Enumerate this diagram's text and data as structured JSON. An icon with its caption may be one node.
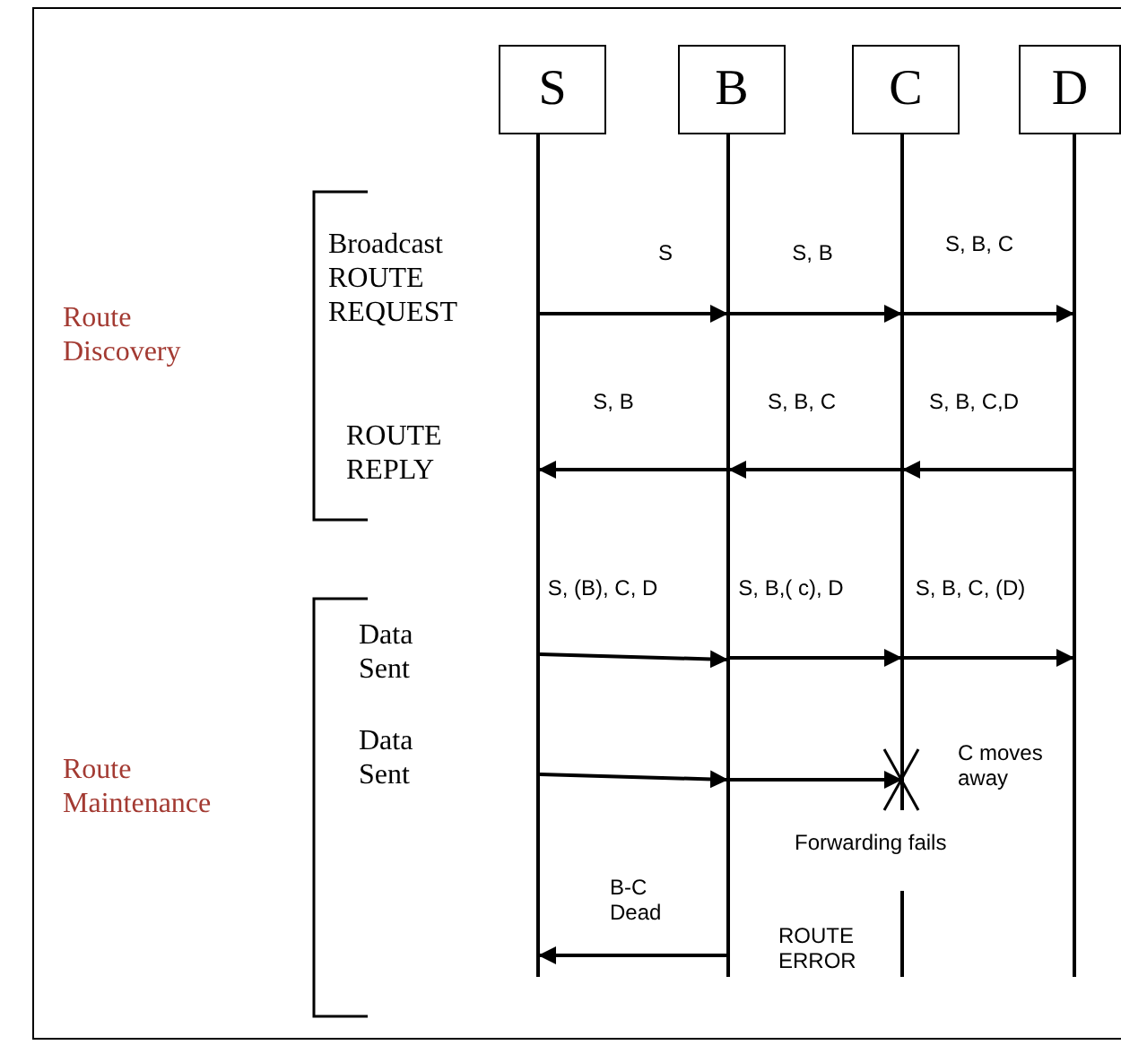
{
  "diagram": {
    "nodes": [
      {
        "text": [
          "S"
        ]
      },
      {
        "text": [
          "B"
        ]
      },
      {
        "text": [
          "C"
        ]
      },
      {
        "text": [
          "D"
        ]
      },
      {
        "text": [],
        "shape": "bar"
      },
      {
        "text": [],
        "shape": "bar"
      },
      {
        "text": [],
        "shape": "bar"
      },
      {
        "text": [],
        "shape": "bar"
      }
    ],
    "edges": [
      {
        "from": 4,
        "to": 5,
        "arrow": "to",
        "label": "S"
      },
      {
        "from": 5,
        "to": 6,
        "arrow": "to",
        "label": "S, B"
      },
      {
        "from": 6,
        "to": 7,
        "arrow": "to",
        "label": "S, B, C"
      },
      {
        "from": 7,
        "to": 6,
        "arrow": "to",
        "label": "S, B, C,D"
      },
      {
        "from": 6,
        "to": 5,
        "arrow": "to",
        "label": "S, B, C"
      },
      {
        "from": 5,
        "to": 4,
        "arrow": "to",
        "label": "S, B"
      },
      {
        "from": 4,
        "to": 5,
        "arrow": "to",
        "label": "S, (B), C, D"
      },
      {
        "from": 5,
        "to": 6,
        "arrow": "to",
        "label": "S, B,( c), D"
      },
      {
        "from": 6,
        "to": 7,
        "arrow": "to",
        "label": "S, B, C, (D)"
      },
      {
        "from": 4,
        "to": 5,
        "arrow": "to"
      },
      {
        "from": 5,
        "to": 6,
        "arrow": "to"
      },
      {
        "from": 5,
        "to": 4,
        "arrow": "to"
      }
    ],
    "labels": [
      "Broadcast ROUTE REQUEST",
      "Route Discovery",
      "ROUTE REPLY",
      "Data Sent",
      "Data Sent",
      "Route Maintenance",
      "C moves away",
      "Forwarding fails",
      "B-C Dead",
      "ROUTE ERROR"
    ]
  }
}
